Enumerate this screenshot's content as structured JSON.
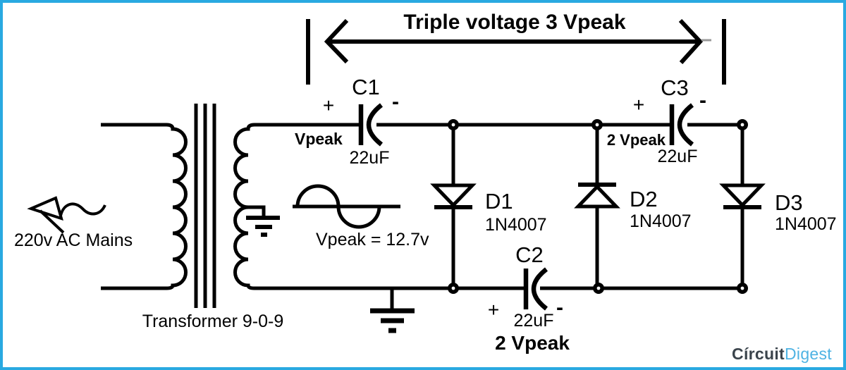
{
  "colors": {
    "border": "#29A9E1",
    "ink": "#000000",
    "logo_dark": "#3A434B",
    "logo_blue": "#4FB3E3",
    "arrow_tick": "#999999"
  },
  "annotation": {
    "title": "Triple voltage 3 Vpeak"
  },
  "source": {
    "label": "220v AC Mains"
  },
  "transformer": {
    "label": "Transformer 9-0-9"
  },
  "waveform": {
    "label": "Vpeak = 12.7v"
  },
  "node_labels": {
    "vpeak": "Vpeak",
    "two_vpeak_top": "2 Vpeak",
    "two_vpeak_bottom": "2 Vpeak"
  },
  "capacitors": [
    {
      "name": "C1",
      "value": "22uF",
      "plus": "+",
      "minus": "-"
    },
    {
      "name": "C2",
      "value": "22uF",
      "plus": "+",
      "minus": "-"
    },
    {
      "name": "C3",
      "value": "22uF",
      "plus": "+",
      "minus": "-"
    }
  ],
  "diodes": [
    {
      "name": "D1",
      "part": "1N4007"
    },
    {
      "name": "D2",
      "part": "1N4007"
    },
    {
      "name": "D3",
      "part": "1N4007"
    }
  ],
  "logo": {
    "first": "Círcuit",
    "second": "Digest"
  }
}
